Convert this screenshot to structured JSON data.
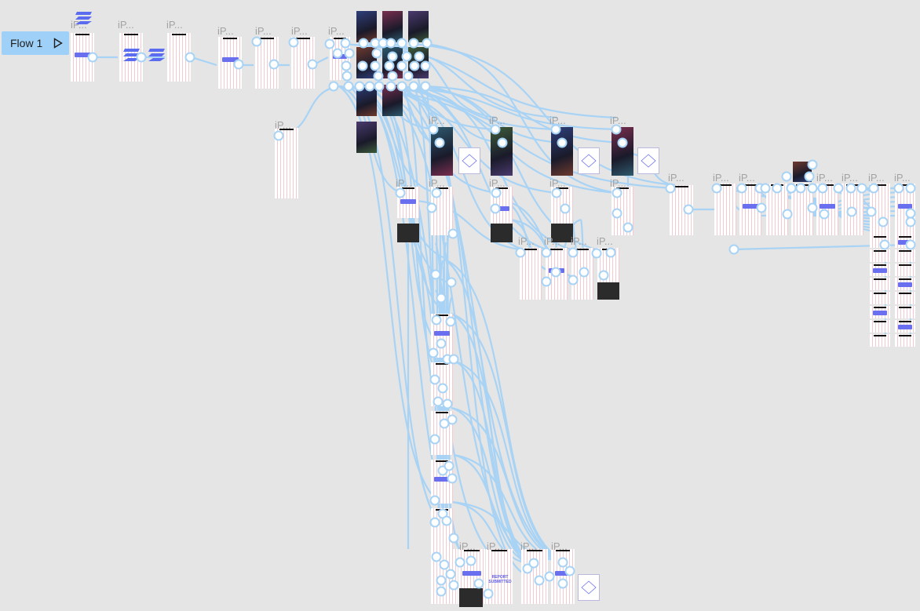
{
  "flow": {
    "label": "Flow 1"
  },
  "frame_label": "iP...",
  "report_text": "REPORT SUBMITTED",
  "colors": {
    "canvas": "#e5e5e5",
    "flow_button": "#9fd1f8",
    "connector": "#a8d3f5",
    "accent": "#6a6ff0"
  }
}
